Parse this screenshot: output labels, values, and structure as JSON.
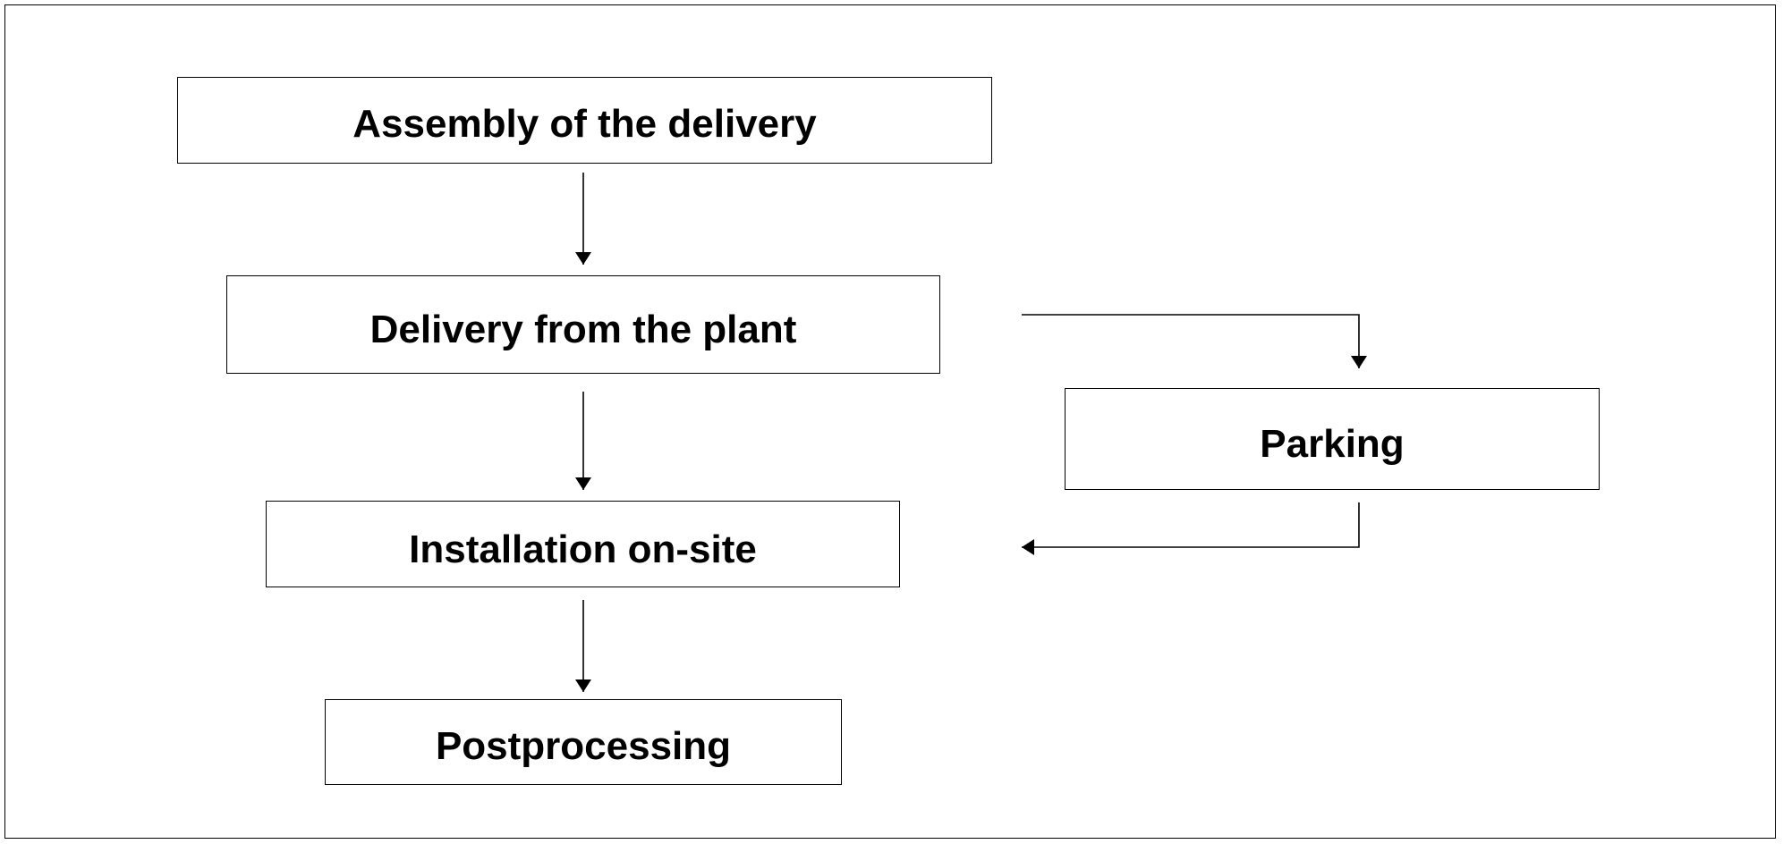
{
  "diagram": {
    "nodes": {
      "assembly": "Assembly of the delivery",
      "delivery": "Delivery from the plant",
      "parking": "Parking",
      "installation": "Installation on-site",
      "postprocessing": "Postprocessing"
    },
    "edges": [
      {
        "from": "assembly",
        "to": "delivery"
      },
      {
        "from": "delivery",
        "to": "installation"
      },
      {
        "from": "delivery",
        "to": "parking"
      },
      {
        "from": "parking",
        "to": "installation"
      },
      {
        "from": "installation",
        "to": "postprocessing"
      }
    ],
    "colors": {
      "line": "#000000",
      "background": "#ffffff"
    }
  }
}
